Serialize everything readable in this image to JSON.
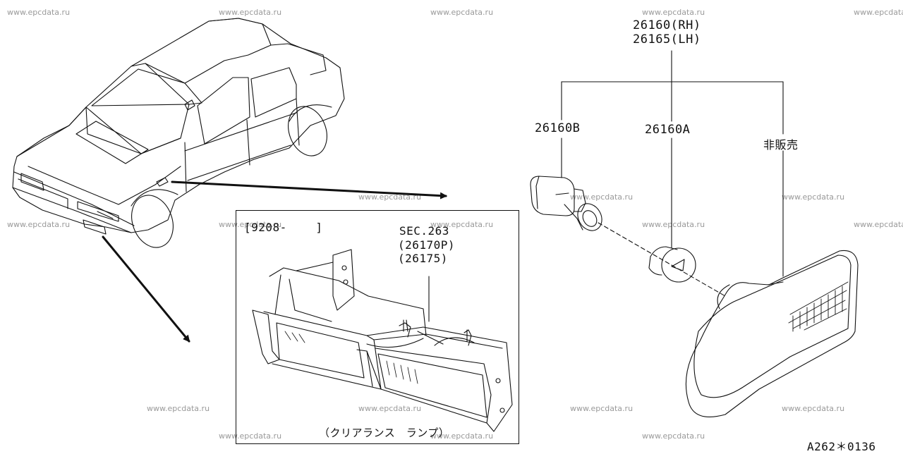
{
  "watermarks": [
    "www.epcdata.ru"
  ],
  "parts": {
    "assembly_rh": "26160(RH)",
    "assembly_lh": "26165(LH)",
    "socket": "26160B",
    "bulb": "26160A",
    "not_sold": "非販売"
  },
  "inset": {
    "date_range": "[9208-    ]",
    "section_ref": "SEC.263",
    "part_ref_1": "(26170P)",
    "part_ref_2": "(26175)",
    "caption": "（クリアランス　ランプ）"
  },
  "figure_code": "A262＊0136"
}
